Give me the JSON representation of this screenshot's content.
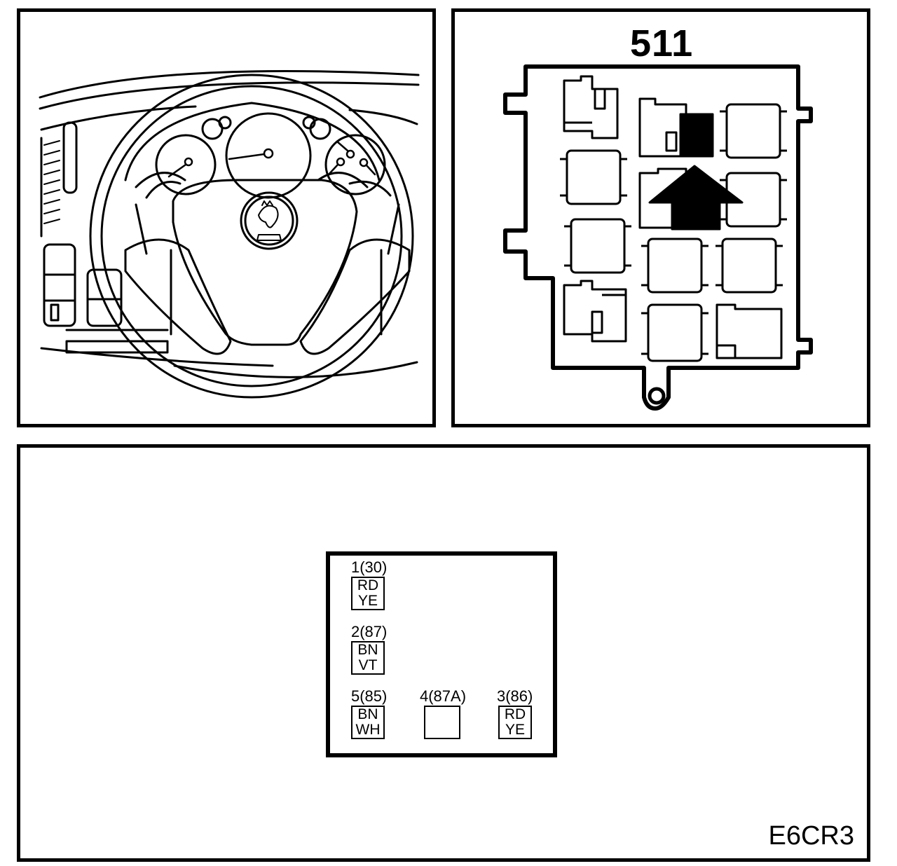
{
  "relay_box": {
    "number": "511"
  },
  "connector": {
    "pins": [
      {
        "label": "1(30)",
        "wire_top": "RD",
        "wire_bottom": "YE"
      },
      {
        "label": "2(87)",
        "wire_top": "BN",
        "wire_bottom": "VT"
      },
      {
        "label": "5(85)",
        "wire_top": "BN",
        "wire_bottom": "WH"
      },
      {
        "label": "4(87A)",
        "wire_top": "",
        "wire_bottom": ""
      },
      {
        "label": "3(86)",
        "wire_top": "RD",
        "wire_bottom": "YE"
      }
    ]
  },
  "figure_code": "E6CR3",
  "icons": {
    "dashboard": "steering-wheel-dashboard-illustration",
    "logo": "saab-logo-icon",
    "arrow": "up-arrow-icon"
  },
  "colors": {
    "line": "#000000",
    "background": "#ffffff"
  }
}
